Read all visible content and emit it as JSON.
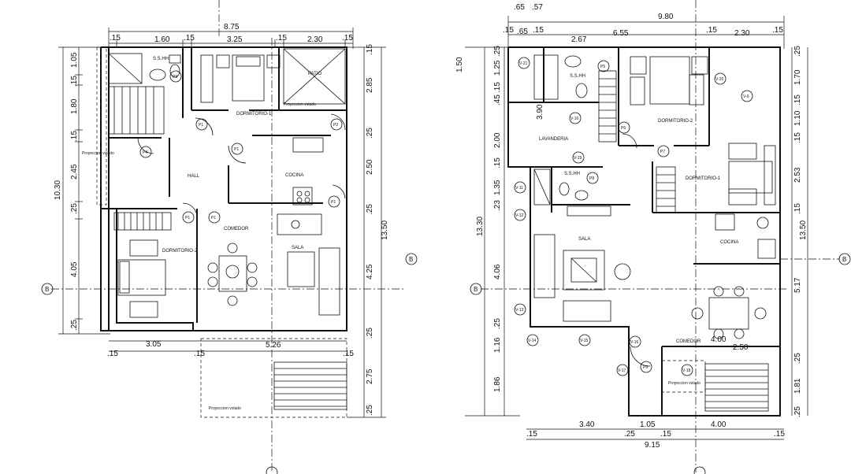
{
  "left_plan": {
    "dims_top_total": "8.75",
    "dims_top": [
      ".15",
      "1.60",
      ".15",
      "3.25",
      ".15",
      "2.30",
      ".15"
    ],
    "dims_left": [
      "1.05",
      ".15",
      "1.80",
      ".15",
      "2.45",
      ".25",
      "4.05",
      ".25"
    ],
    "dims_left_total": "10.30",
    "dims_right": [
      ".15",
      "2.85",
      ".25",
      "2.50",
      ".25",
      "4.25",
      ".25",
      "2.75",
      ".25"
    ],
    "dims_right_total": "13.50",
    "dims_bottom": [
      "3.05",
      "5.26"
    ],
    "dims_bottom_small": [
      ".15",
      ".15",
      ".15"
    ],
    "rooms": {
      "bath": "S.S.HH",
      "patio": "PATIO",
      "dorm1": "DORMITORIO-1",
      "hall": "HALL",
      "cocina": "COCINA",
      "dorm2": "DORMITORIO-2",
      "comedor": "COMEDOR",
      "sala": "SALA"
    },
    "notes": {
      "proj1": "Proyeccion volado",
      "proj2": "Proyeccion volado",
      "proj3": "Proyeccion volado"
    },
    "doors": [
      "P3",
      "P1",
      "P2",
      "P4",
      "P1",
      "P1",
      "P1",
      "P1"
    ],
    "axis": "B"
  },
  "right_plan": {
    "dims_top_extra": [
      ".65",
      ".57"
    ],
    "dims_top_total": "9.80",
    "dims_top": [
      ".15",
      ".65",
      ".15",
      "2.67",
      "6.55",
      ".15",
      "2.30",
      ".15"
    ],
    "dims_left": [
      ".25",
      "1.25",
      ".15",
      ".45",
      "2.00",
      ".15",
      "1.35",
      ".23",
      "4.06",
      ".25",
      "1.16",
      "1.86"
    ],
    "dims_left_outer": [
      "1.50"
    ],
    "dims_left_total": "13.30",
    "dims_right": [
      ".25",
      "1.70",
      ".15",
      "1.10",
      ".15",
      "2.53",
      ".15",
      "5.17",
      ".25",
      "1.81",
      ".25"
    ],
    "dims_right_total": "13.50",
    "dims_bottom": [
      ".15",
      "3.40",
      ".25",
      "1.05",
      ".15",
      "4.00",
      ".15"
    ],
    "dims_bottom_total": "9.15",
    "dims_inner": [
      "4.00",
      "2.50",
      "3.90"
    ],
    "rooms": {
      "bath1": "S.S.HH",
      "lavanderia": "LAVANDERIA",
      "bath2": "S.S.HH",
      "dorm2": "DORMITORIO-2",
      "dorm1": "DORMITORIO-1",
      "sala": "SALA",
      "cocina": "COCINA",
      "comedor": "COMEDOR"
    },
    "notes": {
      "proj": "Proyeccion volado"
    },
    "doors": [
      "P5",
      "P6",
      "P7",
      "P8",
      "P9"
    ],
    "windows": [
      "V-20",
      "V-9",
      "V-11",
      "V-12",
      "V-13",
      "V-14",
      "V-15",
      "V-16",
      "V-17",
      "V-18",
      "V-19",
      "V-10",
      "V-21"
    ],
    "axis": "B"
  }
}
